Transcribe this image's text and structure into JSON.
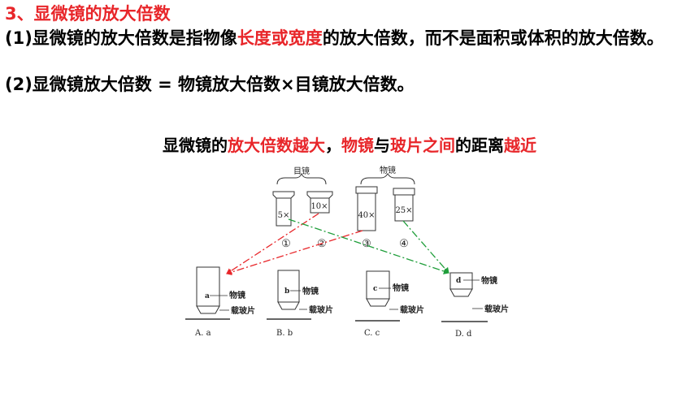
{
  "heading": "3、显微镜的放大倍数",
  "para1": {
    "prefix": "(1)显微镜的放大倍数是指物像",
    "highlight": "长度或宽度",
    "suffix": "的放大倍数，而不是面积或体积的放大倍数。"
  },
  "para2": "(2)显微镜放大倍数 = 物镜放大倍数×目镜放大倍数。",
  "caption": {
    "part1": "显微镜的",
    "part2": "放大倍数越大",
    "part3": "，",
    "part4": "物镜",
    "part5": "与",
    "part6": "玻片之间",
    "part7": "的距离",
    "part8": "越近"
  },
  "diagram": {
    "eyepiece_group_label": "目镜",
    "objective_group_label": "物镜",
    "lenses": [
      {
        "mag": "5×",
        "number": "①"
      },
      {
        "mag": "10×",
        "number": "②"
      },
      {
        "mag": "40×",
        "number": "③"
      },
      {
        "mag": "25×",
        "number": "④"
      }
    ],
    "options": [
      {
        "letter": "a",
        "option_label": "A. a",
        "objective_label": "物镜",
        "slide_label": "载玻片"
      },
      {
        "letter": "b",
        "option_label": "B. b",
        "objective_label": "物镜",
        "slide_label": "载玻片"
      },
      {
        "letter": "c",
        "option_label": "C. c",
        "objective_label": "物镜",
        "slide_label": "载玻片"
      },
      {
        "letter": "d",
        "option_label": "D. d",
        "objective_label": "物镜",
        "slide_label": "载玻片"
      }
    ],
    "colors": {
      "red_line": "#e8262a",
      "green_line": "#1f9e3a",
      "text": "#222222"
    }
  }
}
